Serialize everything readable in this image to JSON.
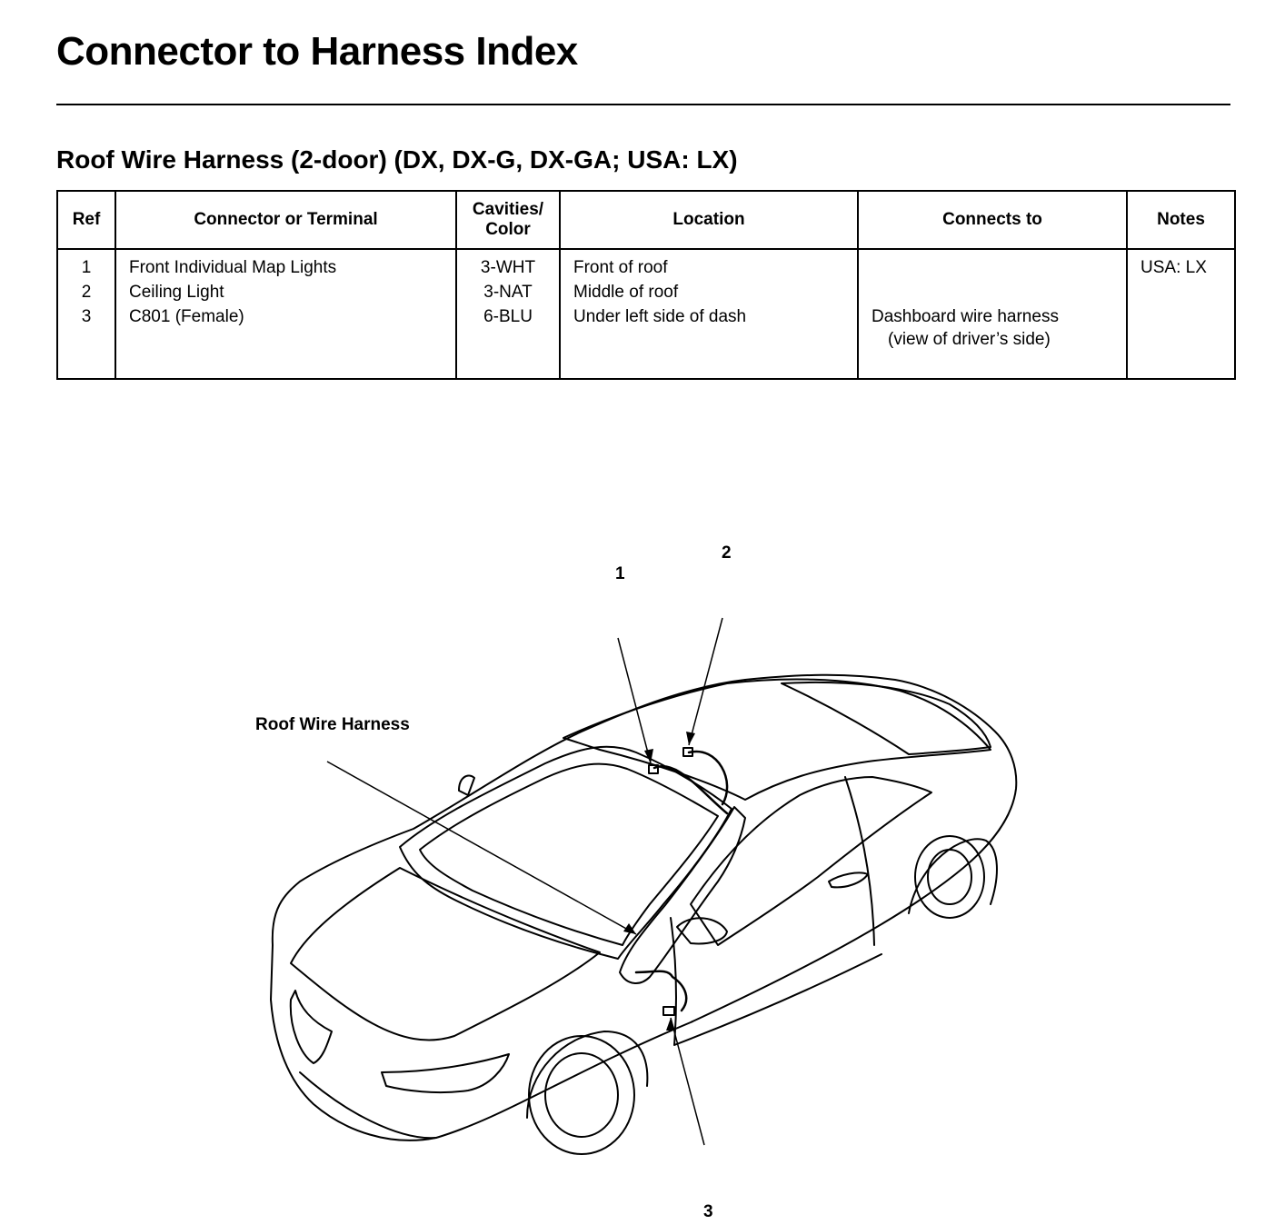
{
  "page_title": "Connector to Harness Index",
  "section_title": "Roof Wire Harness (2-door) (DX, DX-G, DX-GA; USA: LX)",
  "table": {
    "headers": {
      "ref": "Ref",
      "connector": "Connector or Terminal",
      "cavities_line1": "Cavities/",
      "cavities_line2": "Color",
      "location": "Location",
      "connects_to": "Connects to",
      "notes": "Notes"
    },
    "rows": [
      {
        "ref": "1",
        "connector": "Front Individual Map Lights",
        "cavities": "3-WHT",
        "location": "Front of roof",
        "connects_to": "",
        "connects_to_sub": "",
        "notes": "USA: LX"
      },
      {
        "ref": "2",
        "connector": "Ceiling Light",
        "cavities": "3-NAT",
        "location": "Middle of roof",
        "connects_to": "",
        "connects_to_sub": "",
        "notes": ""
      },
      {
        "ref": "3",
        "connector": "C801 (Female)",
        "cavities": "6-BLU",
        "location": "Under left side of dash",
        "connects_to": "Dashboard wire harness",
        "connects_to_sub": "(view of driver’s side)",
        "notes": ""
      }
    ]
  },
  "diagram": {
    "harness_label": "Roof Wire Harness",
    "callouts": [
      "1",
      "2",
      "3"
    ]
  }
}
